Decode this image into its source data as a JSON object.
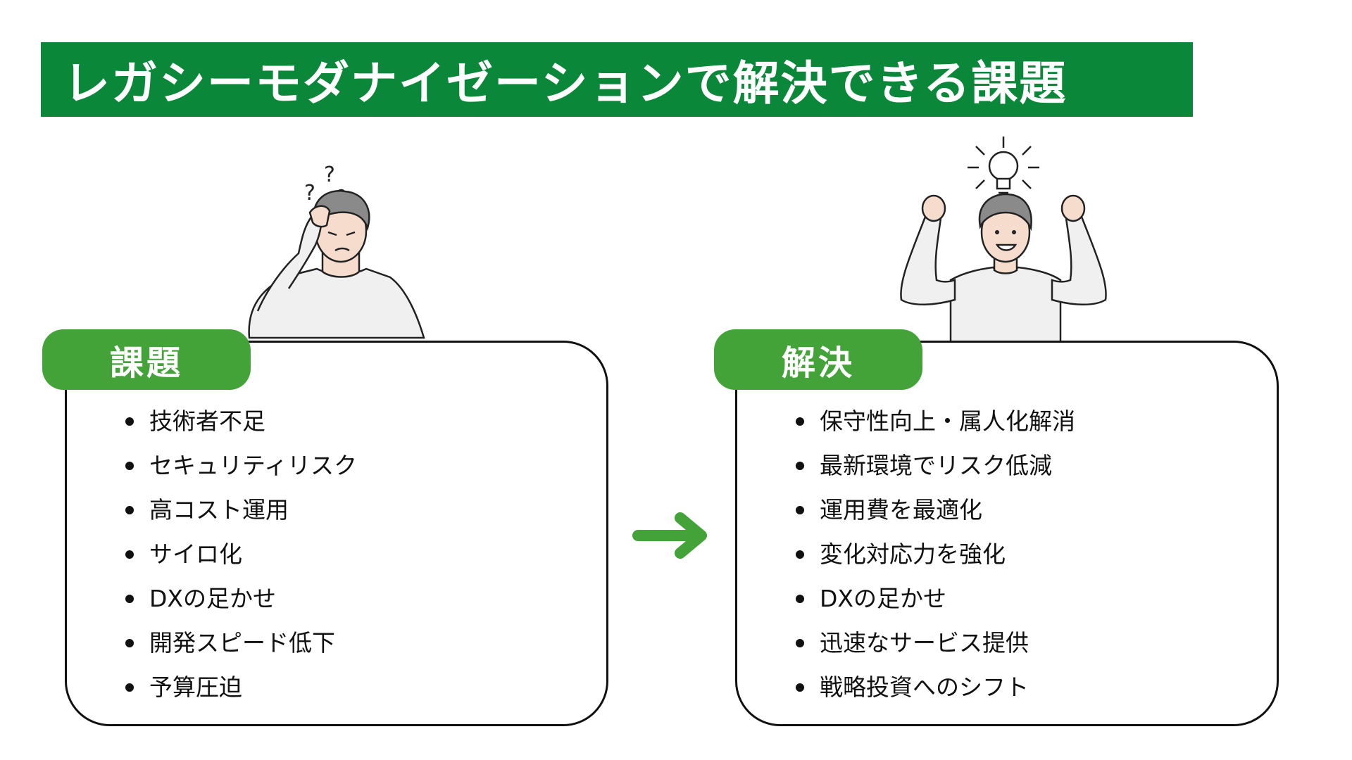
{
  "title": "レガシーモダナイゼーションで解決できる課題",
  "colors": {
    "banner": "#0b873a",
    "tab": "#44a338",
    "arrow": "#44a338"
  },
  "left_panel": {
    "tab_label": "課題",
    "items": [
      "技術者不足",
      "セキュリティリスク",
      "高コスト運用",
      "サイロ化",
      "DXの足かせ",
      "開発スピード低下",
      "予算圧迫"
    ]
  },
  "right_panel": {
    "tab_label": "解決",
    "items": [
      "保守性向上・属人化解消",
      "最新環境でリスク低減",
      "運用費を最適化",
      "変化対応力を強化",
      "DXの足かせ",
      "迅速なサービス提供",
      "戦略投資へのシフト"
    ]
  },
  "icons": {
    "confused": "confused-man-icon",
    "happy": "happy-man-lightbulb-icon",
    "arrow": "right-arrow-icon"
  }
}
